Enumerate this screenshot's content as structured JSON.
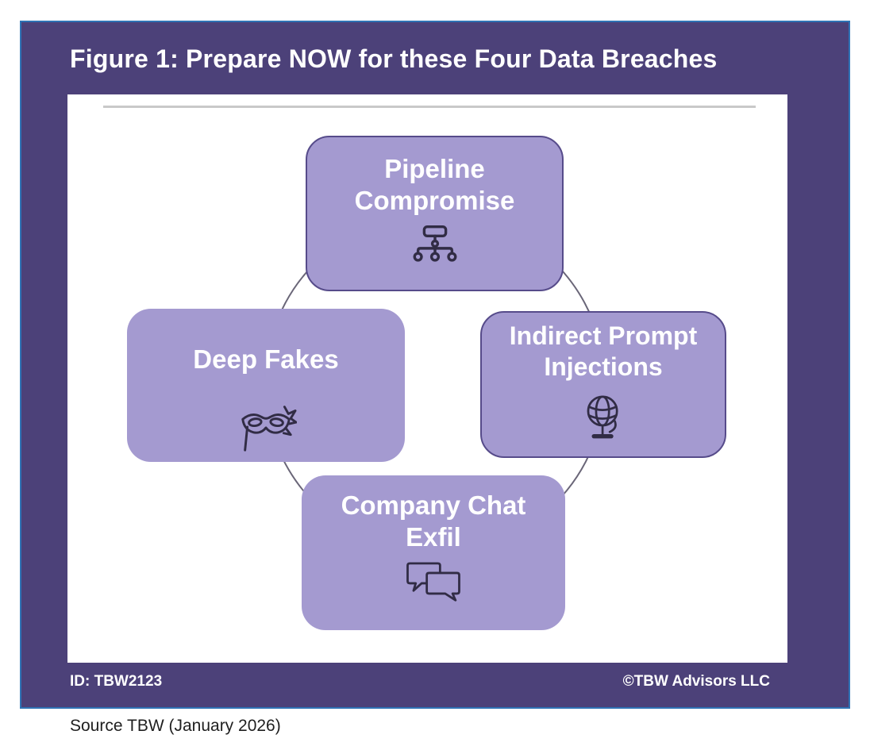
{
  "figure": {
    "title": "Figure 1: Prepare NOW for these Four Data Breaches",
    "id_label": "ID: TBW2123",
    "copyright": "©TBW Advisors LLC",
    "source": "Source TBW (January 2026)"
  },
  "colors": {
    "frame_background": "#4c4179",
    "frame_border_accent": "#2f73b5",
    "node_fill": "#a49ad0",
    "node_border": "#564b8a",
    "node_text": "#ffffff",
    "ring_stroke": "#6a6678",
    "icon_stroke": "#312c45",
    "divider": "#c9c9c9"
  },
  "diagram": {
    "type": "cycle",
    "nodes": [
      {
        "id": "pipeline-compromise",
        "position": "top",
        "label": "Pipeline Compromise",
        "lines": [
          "Pipeline",
          "Compromise"
        ],
        "icon": "sitemap-icon"
      },
      {
        "id": "deep-fakes",
        "position": "left",
        "label": "Deep Fakes",
        "lines": [
          "Deep Fakes"
        ],
        "icon": "mask-icon"
      },
      {
        "id": "indirect-prompt-injections",
        "position": "right",
        "label": "Indirect Prompt Injections",
        "lines": [
          "Indirect Prompt",
          "Injections"
        ],
        "icon": "globe-icon"
      },
      {
        "id": "company-chat-exfil",
        "position": "bottom",
        "label": "Company Chat Exfil",
        "lines": [
          "Company Chat",
          "Exfil"
        ],
        "icon": "chat-bubbles-icon"
      }
    ]
  }
}
